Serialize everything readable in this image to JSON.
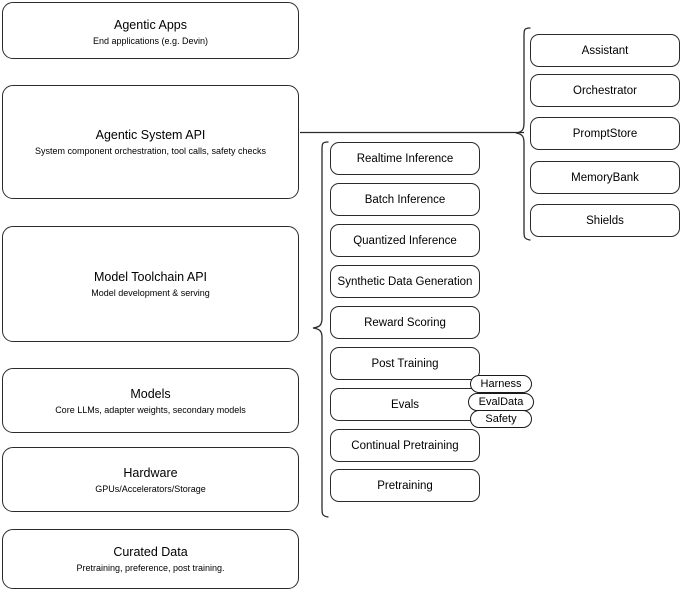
{
  "diagram": {
    "title": "LLM stack layered architecture diagram",
    "stroke_color": "#2b2b2b",
    "background_color": "#ffffff",
    "left_stack": [
      {
        "title": "Agentic Apps",
        "subtitle": "End applications (e.g. Devin)"
      },
      {
        "title": "Agentic System API",
        "subtitle": "System component orchestration, tool calls, safety checks"
      },
      {
        "title": "Model Toolchain API",
        "subtitle": "Model development & serving"
      },
      {
        "title": "Models",
        "subtitle": "Core LLMs, adapter weights, secondary models"
      },
      {
        "title": "Hardware",
        "subtitle": "GPUs/Accelerators/Storage"
      },
      {
        "title": "Curated Data",
        "subtitle": "Pretraining, preference, post training."
      }
    ],
    "middle_column": {
      "items": [
        {
          "label": "Realtime Inference"
        },
        {
          "label": "Batch Inference"
        },
        {
          "label": "Quantized Inference"
        },
        {
          "label": "Synthetic Data Generation"
        },
        {
          "label": "Reward Scoring"
        },
        {
          "label": "Post Training"
        },
        {
          "label": "Evals"
        },
        {
          "label": "Continual Pretraining"
        },
        {
          "label": "Pretraining"
        }
      ]
    },
    "right_column": {
      "items": [
        {
          "label": "Assistant"
        },
        {
          "label": "Orchestrator"
        },
        {
          "label": "PromptStore"
        },
        {
          "label": "MemoryBank"
        },
        {
          "label": "Shields"
        }
      ]
    },
    "eval_pills": [
      {
        "label": "Harness"
      },
      {
        "label": "EvalData"
      },
      {
        "label": "Safety"
      }
    ]
  }
}
